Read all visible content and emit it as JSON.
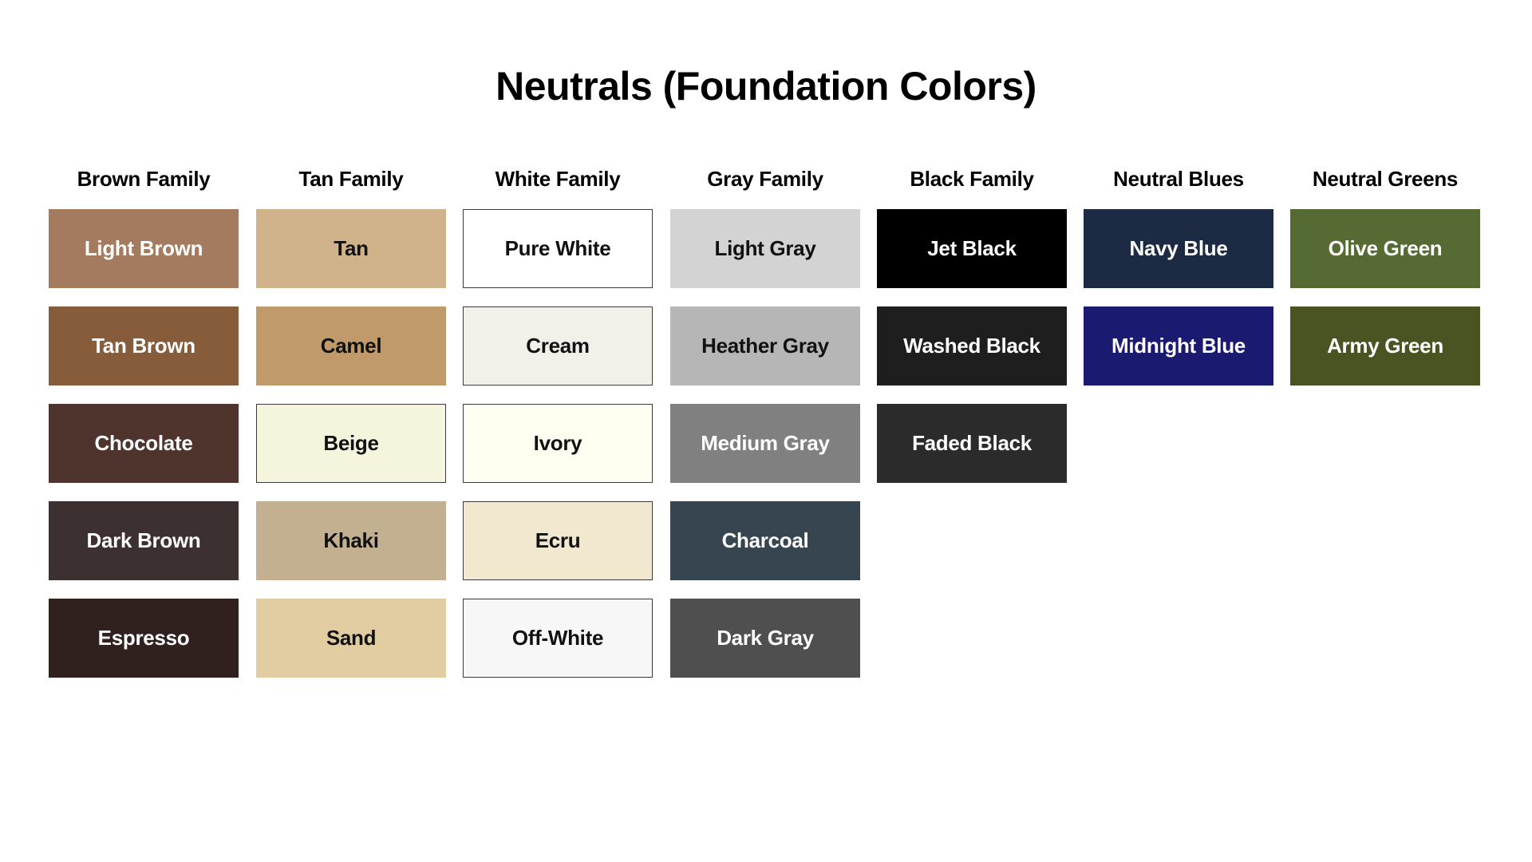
{
  "title": "Neutrals (Foundation Colors)",
  "families": [
    {
      "name": "Brown Family",
      "swatches": [
        {
          "label": "Light Brown",
          "color": "#A47B5E",
          "text": "light",
          "border": false
        },
        {
          "label": "Tan Brown",
          "color": "#875C3B",
          "text": "light",
          "border": false
        },
        {
          "label": "Chocolate",
          "color": "#4E342D",
          "text": "light",
          "border": false
        },
        {
          "label": "Dark Brown",
          "color": "#3D3030",
          "text": "light",
          "border": false
        },
        {
          "label": "Espresso",
          "color": "#30211E",
          "text": "light",
          "border": false
        }
      ]
    },
    {
      "name": "Tan Family",
      "swatches": [
        {
          "label": "Tan",
          "color": "#D0B38B",
          "text": "dark",
          "border": false
        },
        {
          "label": "Camel",
          "color": "#C19A6B",
          "text": "dark",
          "border": false
        },
        {
          "label": "Beige",
          "color": "#F4F5DC",
          "text": "dark",
          "border": true
        },
        {
          "label": "Khaki",
          "color": "#C3B091",
          "text": "dark",
          "border": false
        },
        {
          "label": "Sand",
          "color": "#E2CCA2",
          "text": "dark",
          "border": false
        }
      ]
    },
    {
      "name": "White Family",
      "swatches": [
        {
          "label": "Pure White",
          "color": "#FFFFFF",
          "text": "dark",
          "border": true
        },
        {
          "label": "Cream",
          "color": "#F2F0E9",
          "text": "dark",
          "border": true
        },
        {
          "label": "Ivory",
          "color": "#FEFFF0",
          "text": "dark",
          "border": true
        },
        {
          "label": "Ecru",
          "color": "#F2E8D0",
          "text": "dark",
          "border": true
        },
        {
          "label": "Off-White",
          "color": "#F7F7F7",
          "text": "dark",
          "border": true
        }
      ]
    },
    {
      "name": "Gray Family",
      "swatches": [
        {
          "label": "Light Gray",
          "color": "#D3D3D3",
          "text": "dark",
          "border": false
        },
        {
          "label": "Heather Gray",
          "color": "#B6B6B6",
          "text": "dark",
          "border": false
        },
        {
          "label": "Medium Gray",
          "color": "#808080",
          "text": "light",
          "border": false
        },
        {
          "label": "Charcoal",
          "color": "#36454F",
          "text": "light",
          "border": false
        },
        {
          "label": "Dark Gray",
          "color": "#4F4F4F",
          "text": "light",
          "border": false
        }
      ]
    },
    {
      "name": "Black Family",
      "swatches": [
        {
          "label": "Jet Black",
          "color": "#000000",
          "text": "light",
          "border": false
        },
        {
          "label": "Washed Black",
          "color": "#1E1E1E",
          "text": "light",
          "border": false
        },
        {
          "label": "Faded Black",
          "color": "#2B2B2B",
          "text": "light",
          "border": false
        }
      ]
    },
    {
      "name": "Neutral Blues",
      "swatches": [
        {
          "label": "Navy Blue",
          "color": "#1D2A44",
          "text": "light",
          "border": false
        },
        {
          "label": "Midnight Blue",
          "color": "#1A1A70",
          "text": "light",
          "border": false
        }
      ]
    },
    {
      "name": "Neutral Greens",
      "swatches": [
        {
          "label": "Olive Green",
          "color": "#556B33",
          "text": "light",
          "border": false
        },
        {
          "label": "Army Green",
          "color": "#4A5422",
          "text": "light",
          "border": false
        }
      ]
    }
  ]
}
